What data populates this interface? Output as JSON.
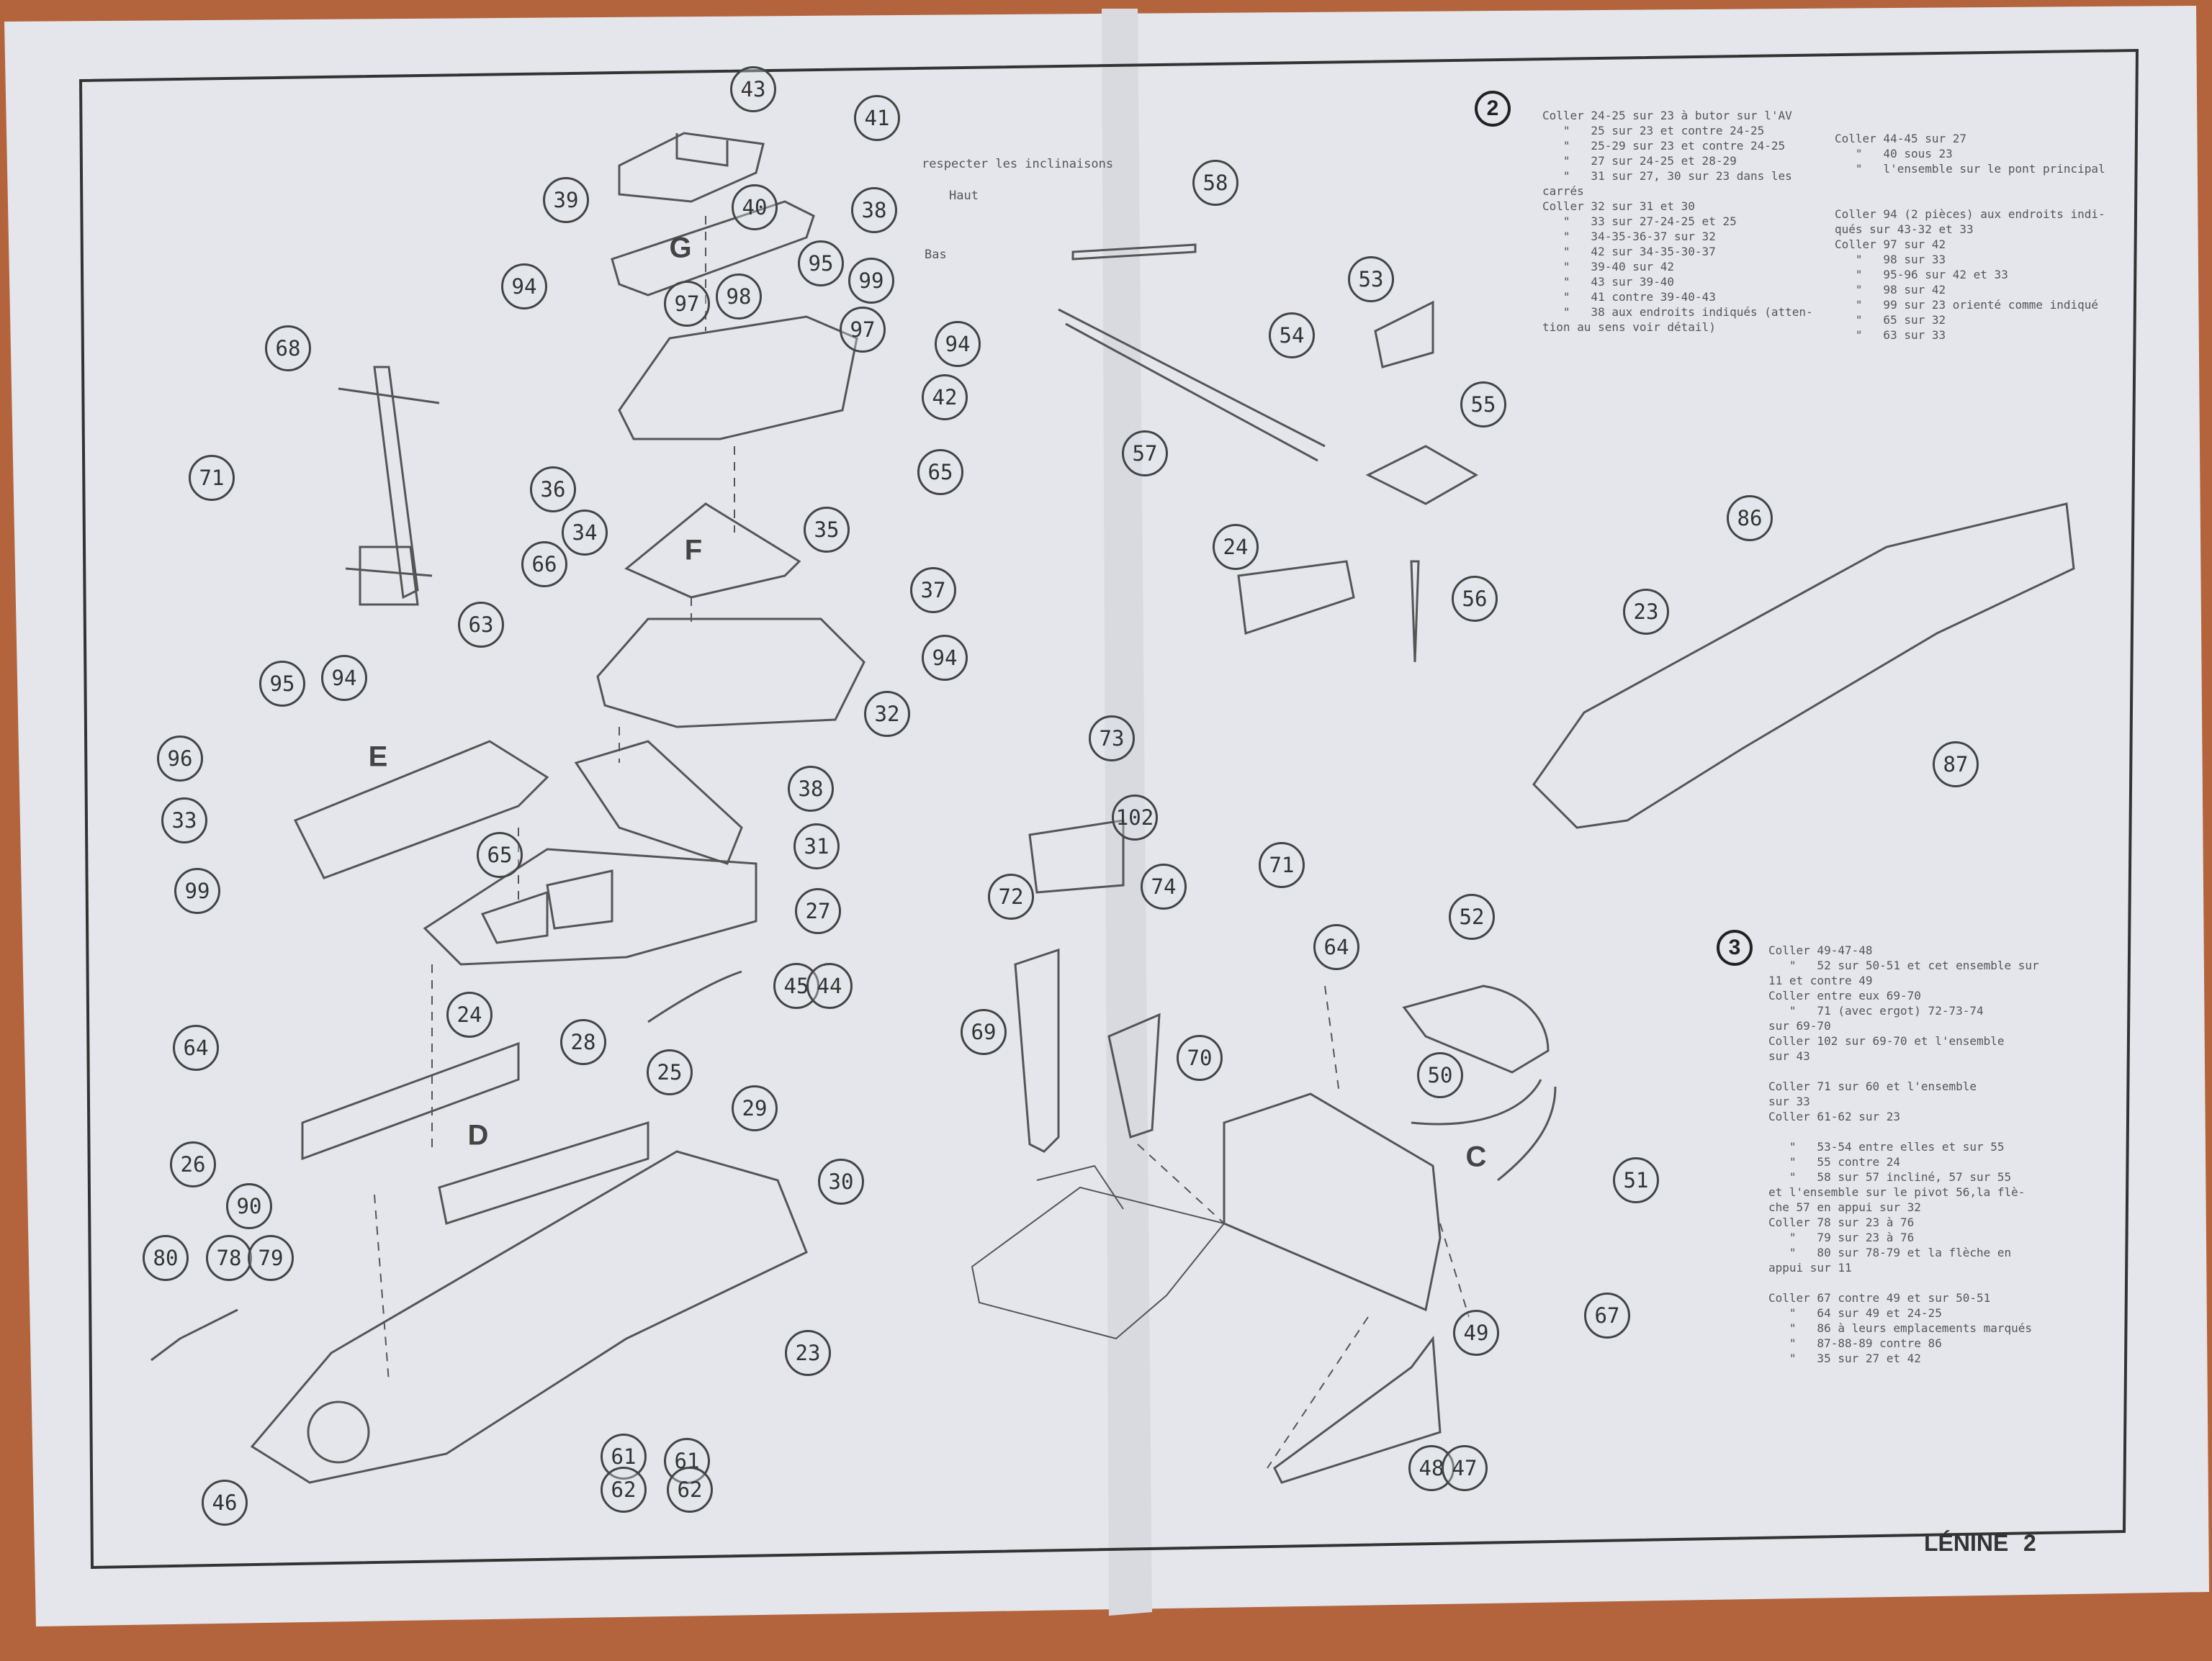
{
  "page": {
    "title": "LÉNINE",
    "number": "2"
  },
  "subassemblies": [
    "G",
    "F",
    "E",
    "D",
    "C"
  ],
  "part_labels": [
    "43",
    "41",
    "39",
    "40",
    "38",
    "95",
    "99",
    "94",
    "97",
    "98",
    "97",
    "94",
    "42",
    "68",
    "71",
    "36",
    "34",
    "35",
    "65",
    "66",
    "37",
    "94",
    "63",
    "95",
    "94",
    "32",
    "96",
    "38",
    "33",
    "31",
    "65",
    "99",
    "27",
    "45",
    "44",
    "24",
    "28",
    "64",
    "25",
    "29",
    "26",
    "30",
    "90",
    "80",
    "78",
    "79",
    "23",
    "61",
    "61",
    "62",
    "62",
    "46",
    "58",
    "53",
    "54",
    "55",
    "57",
    "24",
    "56",
    "86",
    "23",
    "87",
    "73",
    "102",
    "71",
    "72",
    "74",
    "69",
    "70",
    "64",
    "52",
    "50",
    "51",
    "67",
    "49",
    "48",
    "47"
  ],
  "annotations": {
    "inclinations": "respecter les inclinaisons",
    "top": "Haut",
    "bottom": "Bas"
  },
  "steps": [
    {
      "number": "2",
      "lines": [
        "Coller 24-25 sur 23 à butor sur l'AV",
        "   \"   25 sur 23 et contre 24-25",
        "   \"   25-29 sur 23 et contre 24-25",
        "   \"   27 sur 24-25 et 28-29",
        "   \"   31 sur 27, 30 sur 23 dans les",
        "carrés",
        "Coller 32 sur 31 et 30",
        "   \"   33 sur 27-24-25 et 25",
        "   \"   34-35-36-37 sur 32",
        "   \"   42 sur 34-35-30-37",
        "   \"   39-40 sur 42",
        "   \"   43 sur 39-40",
        "   \"   41 contre 39-40-43",
        "   \"   38 aux endroits indiqués (atten-",
        "tion au sens voir détail)"
      ],
      "lines_right": [
        "Coller 44-45 sur 27",
        "   \"   40 sous 23",
        "   \"   l'ensemble sur le pont principal",
        "",
        "",
        "Coller 94 (2 pièces) aux endroits indi-",
        "qués sur 43-32 et 33",
        "Coller 97 sur 42",
        "   \"   98 sur 33",
        "   \"   95-96 sur 42 et 33",
        "   \"   98 sur 42",
        "   \"   99 sur 23 orienté comme indiqué",
        "   \"   65 sur 32",
        "   \"   63 sur 33"
      ]
    },
    {
      "number": "3",
      "lines": [
        "Coller 49-47-48",
        "   \"   52 sur 50-51 et cet ensemble sur",
        "11 et contre 49",
        "Coller entre eux 69-70",
        "   \"   71 (avec ergot) 72-73-74",
        "sur 69-70",
        "Coller 102 sur 69-70 et l'ensemble",
        "sur 43",
        "",
        "Coller 71 sur 60 et l'ensemble",
        "sur 33",
        "Coller 61-62 sur 23",
        "",
        "   \"   53-54 entre elles et sur 55",
        "   \"   55 contre 24",
        "   \"   58 sur 57 incliné, 57 sur 55",
        "et l'ensemble sur le pivot 56,la flè-",
        "che 57 en appui sur 32",
        "Coller 78 sur 23 à 76",
        "   \"   79 sur 23 à 76",
        "   \"   80 sur 78-79 et la flèche en",
        "appui sur 11",
        "",
        "Coller 67 contre 49 et sur 50-51",
        "   \"   64 sur 49 et 24-25",
        "   \"   86 à leurs emplacements marqués",
        "   \"   87-88-89 contre 86",
        "   \"   35 sur 27 et 42"
      ]
    }
  ],
  "colors": {
    "paper": "#e4e6ec",
    "ink": "#444444",
    "background": "#b4643c"
  }
}
